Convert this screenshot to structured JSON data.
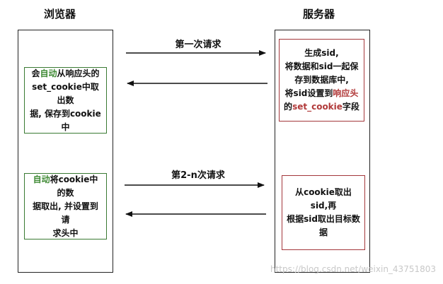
{
  "columns": {
    "browser": "浏览器",
    "server": "服务器"
  },
  "arrows": {
    "first_request": "第一次请求",
    "nth_request": "第2-n次请求"
  },
  "browser_notes": {
    "save_cookie": {
      "a": "会",
      "b": "自动",
      "c": "从响应头的",
      "d": "set_cookie中取出数",
      "e": "据, 保存到cookie中"
    },
    "send_cookie": {
      "a": "自动",
      "b": "将cookie中的数",
      "c": "据取出, 并设置到请",
      "d": "求头中"
    }
  },
  "server_notes": {
    "generate_sid": {
      "a": "生成sid,",
      "b": "将数据和sid一起保",
      "c": "存到数据库中,",
      "d": "将sid设置到",
      "e": "响应头",
      "f": "的",
      "g": "set_cookie",
      "h": "字段"
    },
    "lookup": {
      "a": "从cookie取出sid,再",
      "b": "根据sid取出目标数",
      "c": "据"
    }
  },
  "watermark": "https://blog.csdn.net/weixin_43751803",
  "colors": {
    "green": "#3f8a34",
    "red": "#b13a3a"
  }
}
